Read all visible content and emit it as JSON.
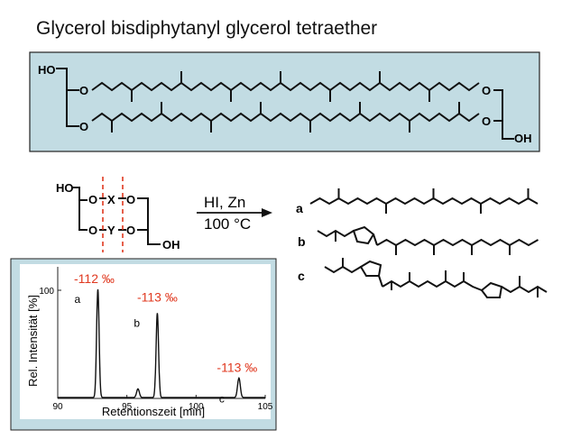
{
  "title": "Glycerol bisdiphytanyl glycerol tetraether",
  "colors": {
    "panel_fill": "#c2dce3",
    "accent_red": "#e0381f",
    "stroke": "#111111"
  },
  "structure": {
    "ho": "HO",
    "oh": "OH",
    "o": "O"
  },
  "scheme": {
    "ho": "HO",
    "oh": "OH",
    "o": "O",
    "x": "X",
    "y": "Y",
    "reagent": "HI, Zn",
    "condition": "100 °C"
  },
  "products": [
    {
      "label": "a"
    },
    {
      "label": "b"
    },
    {
      "label": "c"
    }
  ],
  "chart_data": {
    "type": "line",
    "ylabel": "Rel. Intensität [%]",
    "xlabel": "Retentionszeit [min]",
    "xlim": [
      90,
      105
    ],
    "ylim": [
      0,
      100
    ],
    "x_ticks": [
      "90",
      "95",
      "100",
      "105"
    ],
    "y_ticks": [
      "100"
    ],
    "peaks": [
      {
        "label": "a",
        "x": 92.9,
        "height": 100,
        "value": "-112 ‰"
      },
      {
        "label": "",
        "x": 95.8,
        "height": 8,
        "value": ""
      },
      {
        "label": "b",
        "x": 97.2,
        "height": 78,
        "value": "-113 ‰"
      },
      {
        "label": "c",
        "x": 103.1,
        "height": 18,
        "value": "-113 ‰"
      }
    ]
  }
}
